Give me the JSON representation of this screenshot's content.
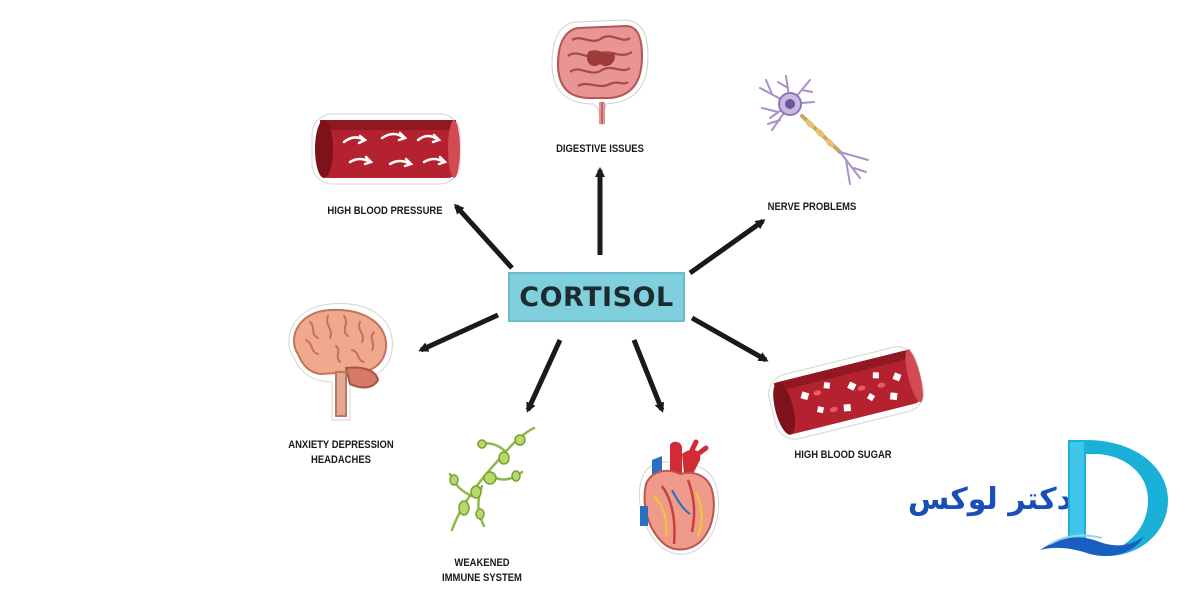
{
  "center": {
    "text": "CORTISOL",
    "fill": "#7fcfdc"
  },
  "effects": [
    {
      "id": "digestive",
      "text": "DIGESTIVE ISSUES",
      "icon": "intestines-icon"
    },
    {
      "id": "high-bp",
      "text": "HIGH BLOOD PRESSURE",
      "icon": "artery-arrows-icon"
    },
    {
      "id": "nerve",
      "text": "NERVE PROBLEMS",
      "icon": "neuron-icon"
    },
    {
      "id": "anxiety",
      "lines": [
        "ANXIETY  DEPRESSION",
        "HEADACHES"
      ],
      "icon": "brain-icon"
    },
    {
      "id": "sugar",
      "text": "HIGH BLOOD SUGAR",
      "icon": "blood-vessel-icon"
    },
    {
      "id": "immune",
      "lines": [
        "WEAKENED",
        "IMMUNE SYSTEM"
      ],
      "icon": "lymph-icon"
    },
    {
      "id": "heart",
      "text": "",
      "icon": "heart-icon"
    }
  ],
  "logo": {
    "text": "دكتر لوكس",
    "color": "#1a4fb8",
    "icon": "d-letter-logo-icon"
  },
  "colors": {
    "arrow": "#1a1a1a",
    "vessel": "#b3222e",
    "organ": "#e48585"
  }
}
